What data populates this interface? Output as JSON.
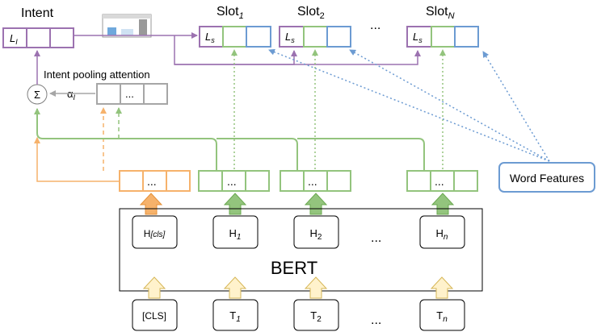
{
  "labels": {
    "intent": "Intent",
    "intent_cell": "L",
    "intent_cell_sub": "I",
    "slot_cell": "L",
    "slot_cell_sub": "s",
    "slot_base": "Slot",
    "slot1_sub": "1",
    "slot2_sub": "2",
    "slotN_sub": "N",
    "slot_ellipsis": "...",
    "pooling_title": "Intent pooling attention",
    "sigma": "Σ",
    "alpha": "α",
    "alpha_sub": "I",
    "pool_dots": "...",
    "emb_dots": "...",
    "word_features": "Word Features",
    "bert": "BERT",
    "h_cls_base": "H",
    "h_cls_sub": "[cls]",
    "h_base": "H",
    "h1_sub": "1",
    "h2_sub": "2",
    "hn_sub": "n",
    "cls_token": "[CLS]",
    "t_base": "T",
    "t1_sub": "1",
    "t2_sub": "2",
    "tn_sub": "n",
    "mid_ellipsis": "...",
    "bottom_ellipsis": "..."
  },
  "colors": {
    "purple": "#9c72b0",
    "green": "#93c47d",
    "blue": "#6c9bd2",
    "orange": "#f6b26b",
    "gray": "#a6a6a6",
    "yellow_fill": "#fff2cc",
    "yellow_stroke": "#d6b656"
  }
}
